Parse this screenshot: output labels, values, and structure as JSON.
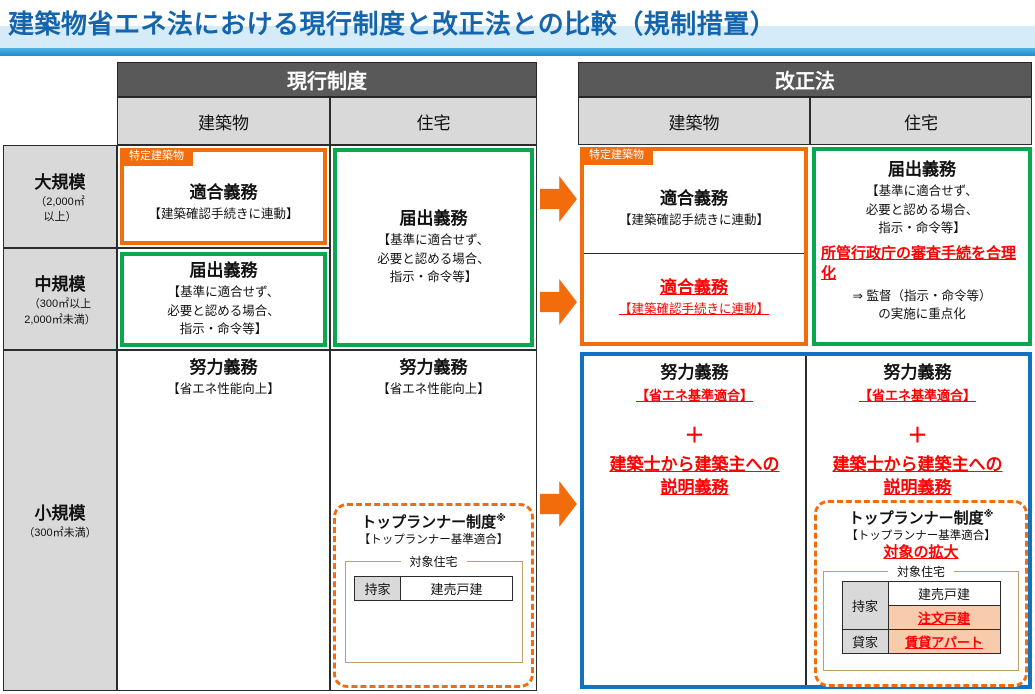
{
  "title": "建築物省エネ法における現行制度と改正法との比較（規制措置）",
  "colors": {
    "accent_orange": "#F36C0C",
    "accent_green": "#0AA84E",
    "accent_blue": "#1272C2",
    "header_gray": "#595959",
    "cell_gray": "#D9D9D9",
    "title_blue": "#1464AE",
    "red": "#FF0000",
    "salmon": "#F8CBAD",
    "gold_border": "#C0A060"
  },
  "rows": {
    "large": {
      "name": "大規模",
      "detail": "（2,000㎡\n以上）"
    },
    "mid": {
      "name": "中規模",
      "detail": "（300㎡以上\n2,000㎡未満）"
    },
    "small": {
      "name": "小規模",
      "detail": "（300㎡未満）"
    }
  },
  "current": {
    "header": "現行制度",
    "col_building": "建築物",
    "col_residence": "住宅",
    "badge": "特定建築物",
    "conform": {
      "title": "適合義務",
      "sub": "【建築確認手続きに連動】"
    },
    "notify_building": {
      "title": "届出義務",
      "sub": "【基準に適合せず、\n必要と認める場合、\n指示・命令等】"
    },
    "notify_residence": {
      "title": "届出義務",
      "sub": "【基準に適合せず、\n必要と認める場合、\n指示・命令等】"
    },
    "effort_building": {
      "title": "努力義務",
      "sub": "【省エネ性能向上】"
    },
    "effort_residence": {
      "title": "努力義務",
      "sub": "【省エネ性能向上】"
    },
    "top_runner": {
      "title": "トップランナー制度",
      "mark": "※",
      "sub": "【トップランナー基準適合】",
      "target_label": "対象住宅",
      "own_label": "持家",
      "own_cell": "建売戸建"
    }
  },
  "revised": {
    "header": "改正法",
    "col_building": "建築物",
    "col_residence": "住宅",
    "badge": "特定建築物",
    "conform_top": {
      "title": "適合義務",
      "sub": "【建築確認手続きに連動】"
    },
    "conform_new": {
      "title": "適合義務",
      "sub": "【建築確認手続きに連動】"
    },
    "notify": {
      "title": "届出義務",
      "sub": "【基準に適合せず、\n必要と認める場合、\n指示・命令等】",
      "streamline": "所管行政庁の審査手続を合理化",
      "note": "⇒ 監督（指示・命令等）\nの実施に重点化"
    },
    "effort_building": {
      "title": "努力義務",
      "sub": "【省エネ基準適合】",
      "plus": "＋",
      "explain": "建築士から建築主への\n説明義務"
    },
    "effort_residence": {
      "title": "努力義務",
      "sub": "【省エネ基準適合】",
      "plus": "＋",
      "explain": "建築士から建築主への\n説明義務"
    },
    "top_runner": {
      "title": "トップランナー制度",
      "mark": "※",
      "sub": "【トップランナー基準適合】",
      "expand": "対象の拡大",
      "target_label": "対象住宅",
      "own_label": "持家",
      "rent_label": "貸家",
      "own_cell_existing": "建売戸建",
      "own_cell_new": "注文戸建",
      "rent_cell_new": "賃貸アパート"
    }
  }
}
